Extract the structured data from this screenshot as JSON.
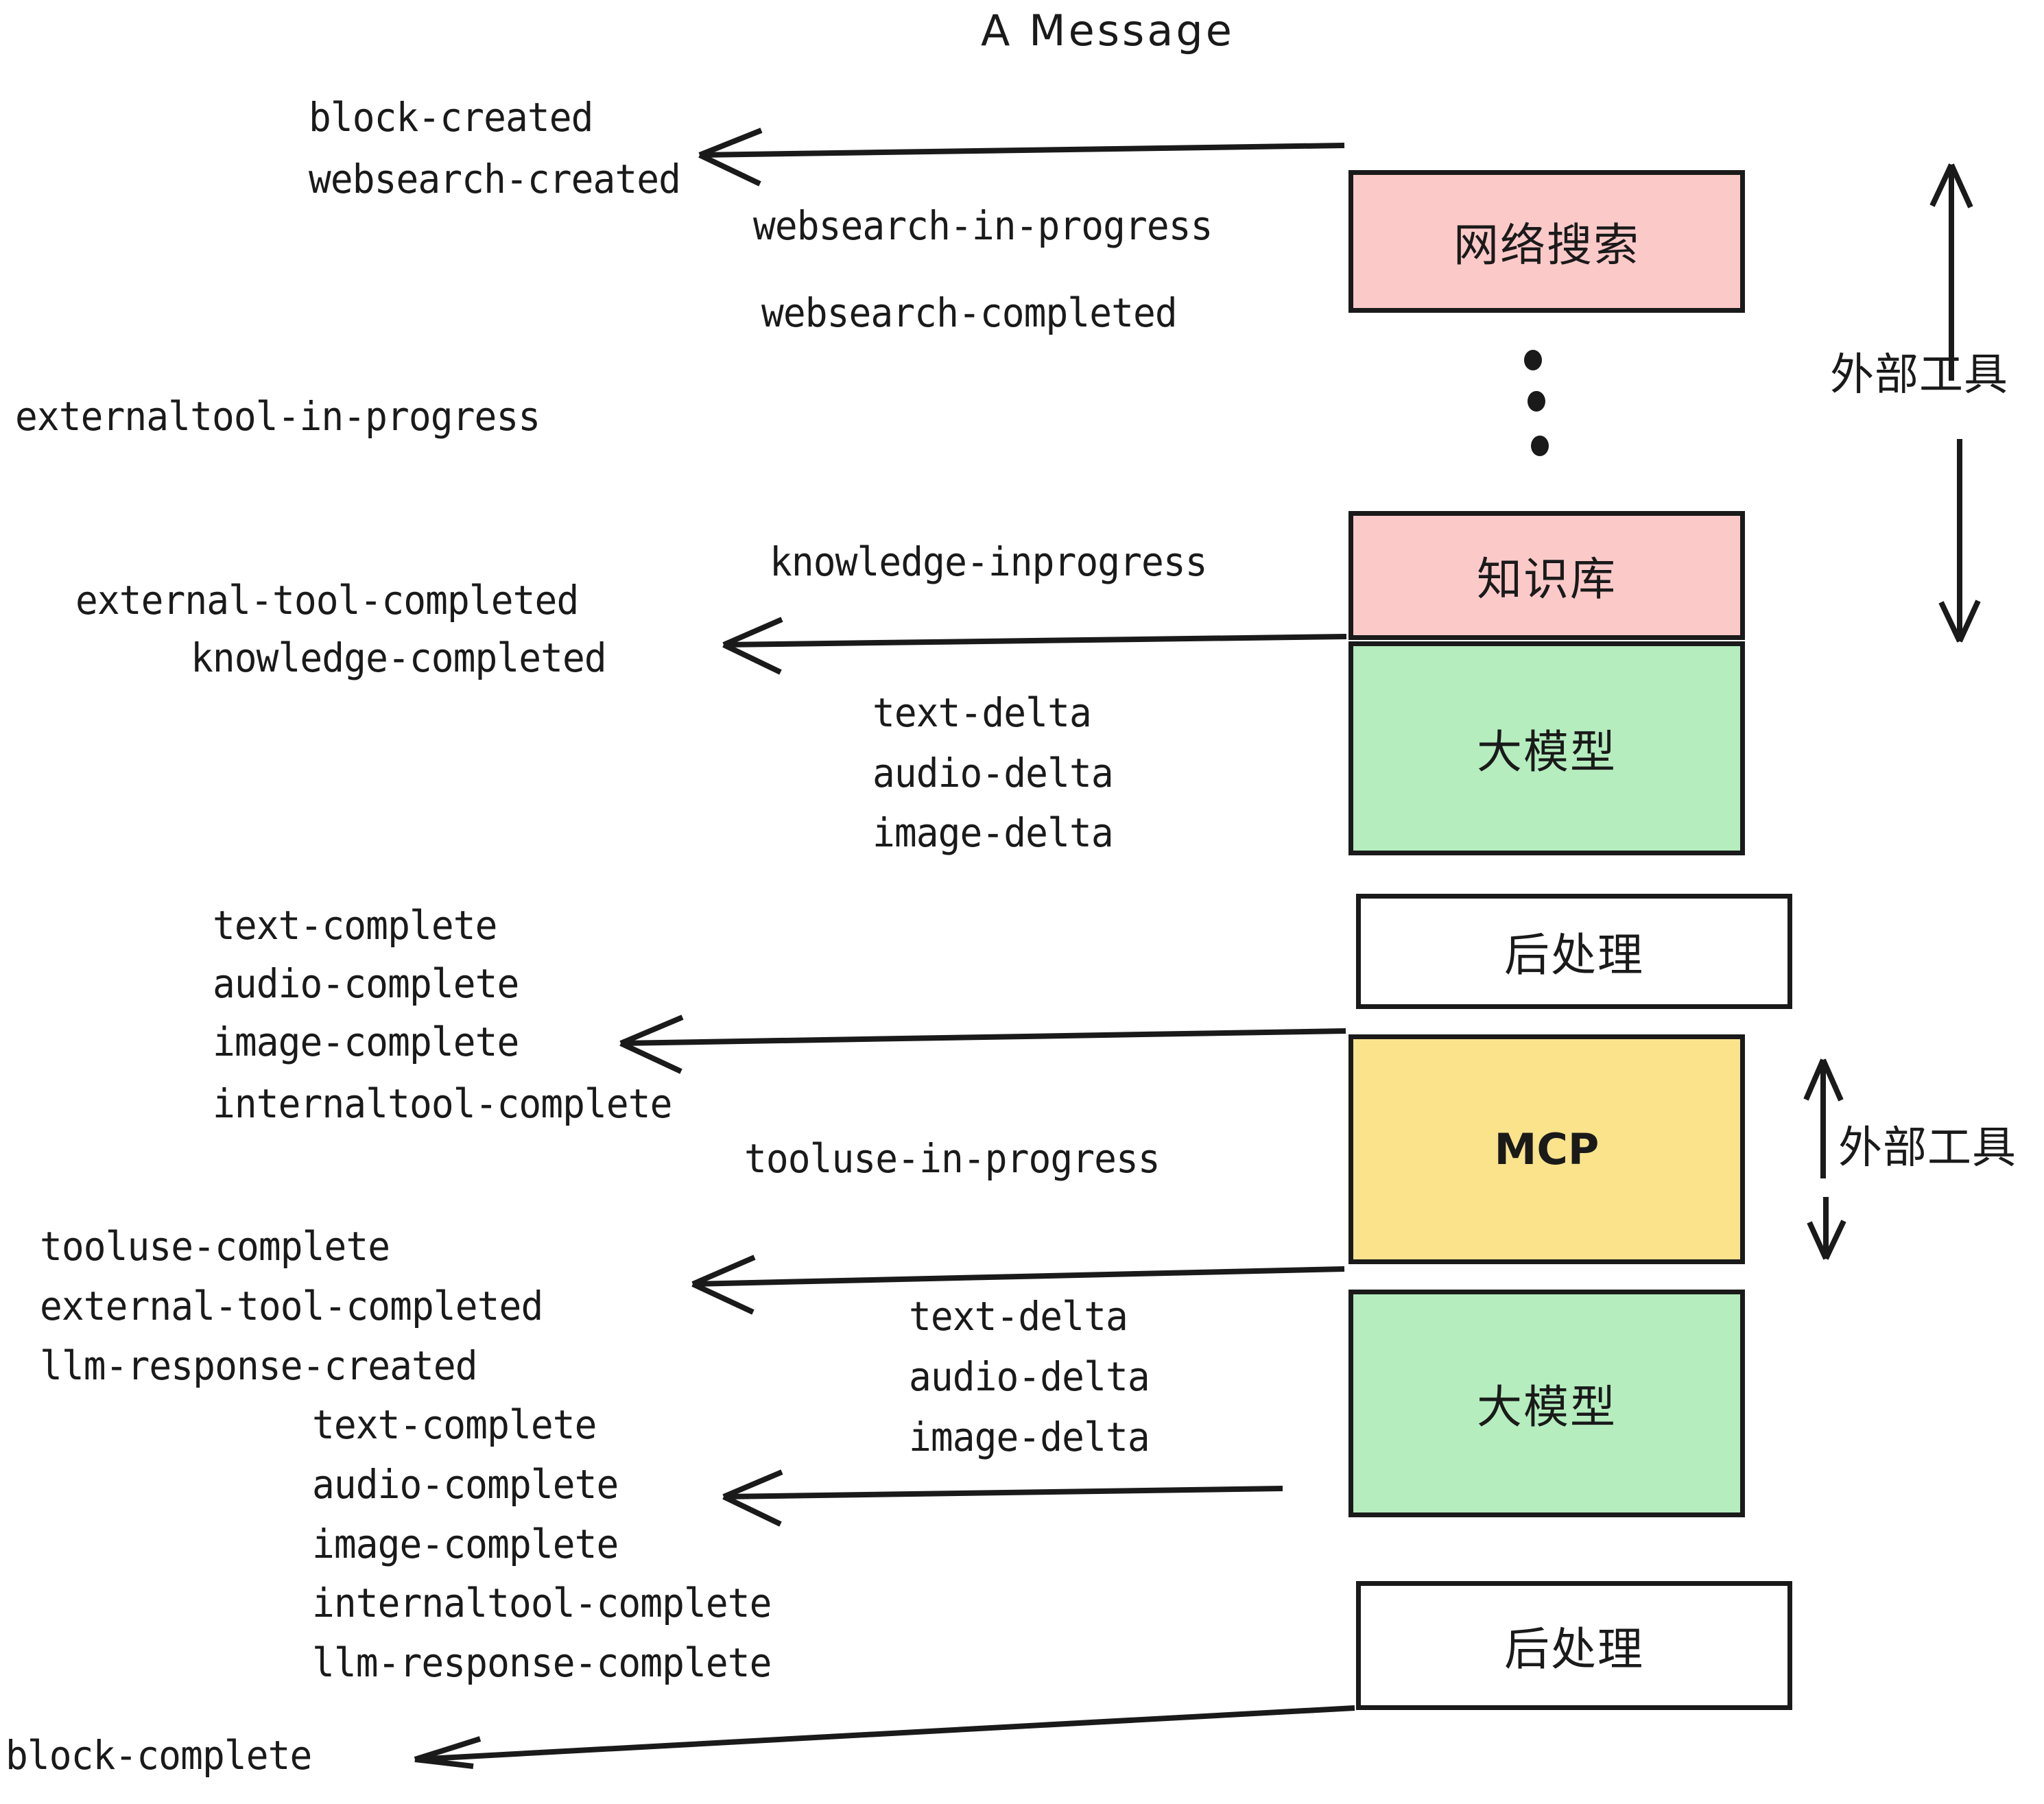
{
  "title": "A Message",
  "colors": {
    "tool_pink": "#FCC9C9",
    "llm_green": "#B5EDBE",
    "mcp_yellow": "#FBE38C",
    "postprocess_white": "#FFFFFF",
    "stroke": "#1A1A1A",
    "text": "#1A1A1A"
  },
  "boxes": [
    {
      "id": "websearch",
      "label": "网络搜索",
      "fill": "#FCC9C9"
    },
    {
      "id": "knowledge",
      "label": "知识库",
      "fill": "#FCC9C9"
    },
    {
      "id": "llm-1",
      "label": "大模型",
      "fill": "#B5EDBE"
    },
    {
      "id": "postprocess-1",
      "label": "后处理",
      "fill": "#FFFFFF"
    },
    {
      "id": "mcp",
      "label": "MCP",
      "fill": "#FBE38C"
    },
    {
      "id": "llm-2",
      "label": "大模型",
      "fill": "#B5EDBE"
    },
    {
      "id": "postprocess-2",
      "label": "后处理",
      "fill": "#FFFFFF"
    }
  ],
  "group_labels": [
    {
      "id": "external-tools-top",
      "label": "外部工具"
    },
    {
      "id": "external-tools-bottom",
      "label": "外部工具"
    }
  ],
  "events": {
    "block_created": "block-created",
    "websearch_created": "websearch-created",
    "websearch_in_progress": "websearch-in-progress",
    "websearch_completed": "websearch-completed",
    "externaltool_in_progress": "externaltool-in-progress",
    "knowledge_inprogress": "knowledge-inprogress",
    "external_tool_completed_1": "external-tool-completed",
    "knowledge_completed": "knowledge-completed",
    "text_delta_1": "text-delta",
    "audio_delta_1": "audio-delta",
    "image_delta_1": "image-delta",
    "text_complete_1": "text-complete",
    "audio_complete_1": "audio-complete",
    "image_complete_1": "image-complete",
    "internaltool_complete_1": "internaltool-complete",
    "tooluse_in_progress": "tooluse-in-progress",
    "tooluse_complete": "tooluse-complete",
    "external_tool_completed_2": "external-tool-completed",
    "llm_response_created": "llm-response-created",
    "text_delta_2": "text-delta",
    "audio_delta_2": "audio-delta",
    "image_delta_2": "image-delta",
    "text_complete_2": "text-complete",
    "audio_complete_2": "audio-complete",
    "image_complete_2": "image-complete",
    "internaltool_complete_2": "internaltool-complete",
    "llm_response_complete": "llm-response-complete",
    "block_complete": "block-complete"
  }
}
